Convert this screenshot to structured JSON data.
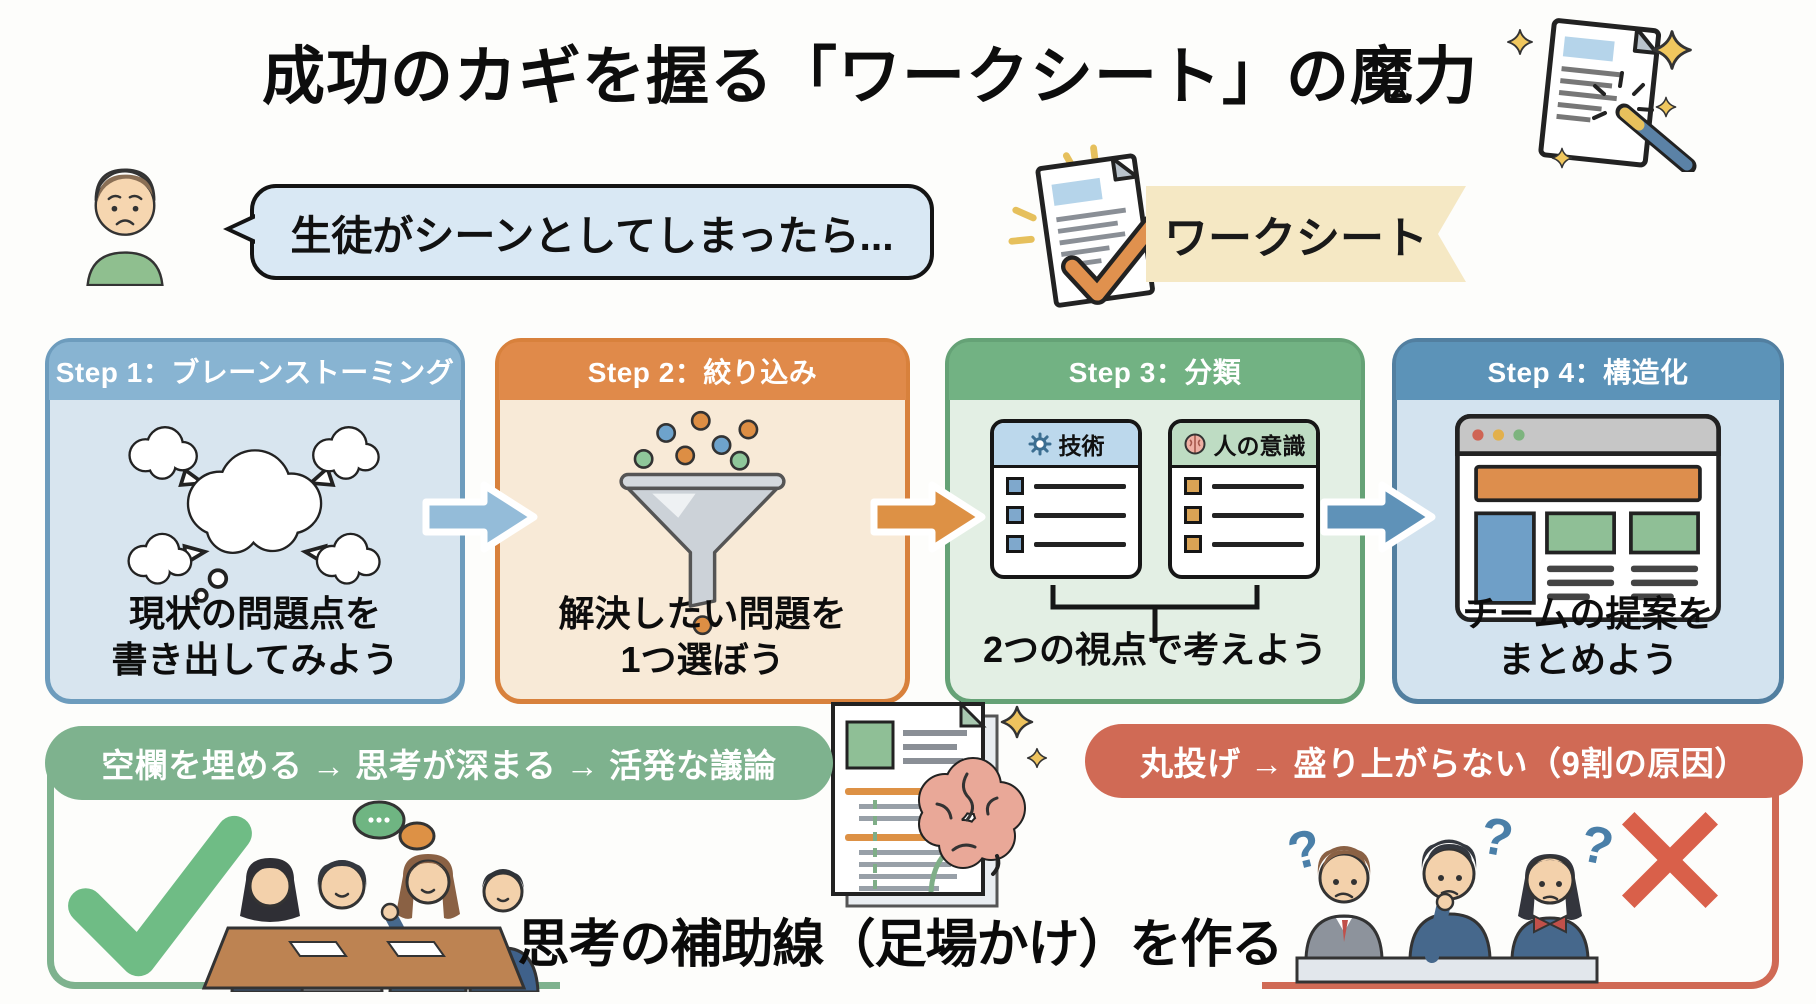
{
  "title": {
    "text": "成功のカギを握る「ワークシート」の魔力"
  },
  "intro": {
    "speech_bubble": "生徒がシーンとしてしまったら...",
    "worksheet_label": "ワークシート"
  },
  "steps": [
    {
      "header": "Step 1：ブレーンストーミング",
      "caption": [
        "現状の問題点を",
        "書き出してみよう"
      ],
      "icon": "thought-clouds-icon",
      "colors": {
        "header": "#88b4d2",
        "body": "#d8e5ef",
        "border": "#6d9cbd"
      }
    },
    {
      "header": "Step 2：絞り込み",
      "caption": [
        "解決したい問題を",
        "1つ選ぼう"
      ],
      "icon": "funnel-icon",
      "colors": {
        "header": "#e08a4a",
        "body": "#f8ead7",
        "border": "#d8813c"
      }
    },
    {
      "header": "Step 3：分類",
      "caption": [
        "2つの視点で考えよう"
      ],
      "icon": "two-category-cards-icon",
      "cards": [
        {
          "label": "技術",
          "icon": "gear-icon",
          "accent": "#7fa8cc",
          "header_bg": "#bcd8ec"
        },
        {
          "label": "人の意識",
          "icon": "brain-icon",
          "accent": "#d9a355",
          "header_bg": "#bedcc3"
        }
      ],
      "colors": {
        "header": "#72b283",
        "body": "#e3efe4",
        "border": "#65a276"
      }
    },
    {
      "header": "Step 4：構造化",
      "caption": [
        "チームの提案を",
        "まとめよう"
      ],
      "icon": "browser-layout-icon",
      "colors": {
        "header": "#5c93b8",
        "body": "#d3e3ef",
        "border": "#527fa0"
      }
    }
  ],
  "arrows": [
    {
      "color": "#94bcd9"
    },
    {
      "color": "#dd9145"
    },
    {
      "color": "#5f92b8"
    }
  ],
  "outcomes": {
    "good": {
      "banner": "空欄を埋める → 思考が深まる → 活発な議論",
      "color": "#7eb28e",
      "mark": "checkmark-icon"
    },
    "bad": {
      "banner": "丸投げ → 盛り上がらない（9割の原因）",
      "color": "#d06a55",
      "mark": "cross-icon"
    }
  },
  "bottom_message": "思考の補助線（足場かけ）を作る",
  "icons": {
    "title_icon": "document-magic-wand-icon",
    "worksheet_icon": "document-checkmark-icon",
    "speaker": "worried-teacher-avatar",
    "center_icon": "worksheet-brain-icon",
    "good_illustration": "team-discussion-illustration",
    "bad_illustration": "confused-students-illustration"
  }
}
